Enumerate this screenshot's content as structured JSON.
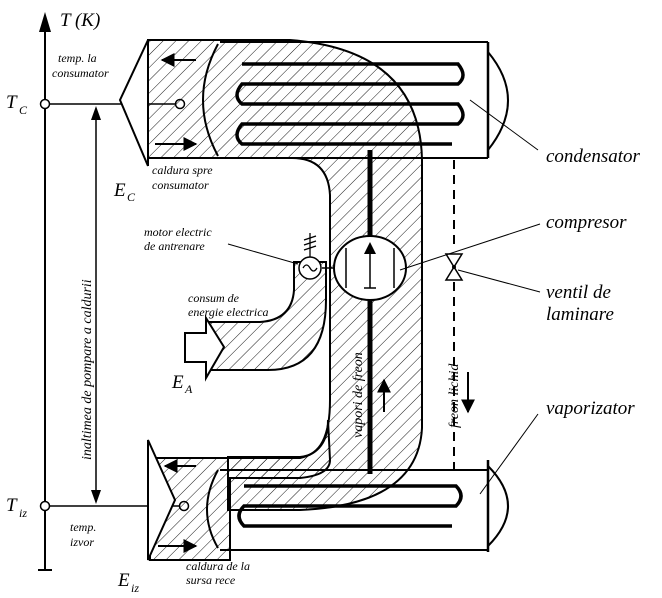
{
  "axis": {
    "title": "T (K)",
    "tc": "T",
    "tc_sub": "C",
    "tiz": "T",
    "tiz_sub": "iz",
    "pump_height": "inaltimea de pompare a caldurii"
  },
  "labels": {
    "temp_consumer_1": "temp. la",
    "temp_consumer_2": "consumator",
    "heat_to_consumer_1": "caldura spre",
    "heat_to_consumer_2": "consumator",
    "ec": "E",
    "ec_sub": "C",
    "motor_1": "motor electric",
    "motor_2": "de antrenare",
    "energy_1": "consum de",
    "energy_2": "energie electrica",
    "ea": "E",
    "ea_sub": "A",
    "vapors": "vapori de freon",
    "liquid": "freon lichid",
    "temp_source_1": "temp.",
    "temp_source_2": "izvor",
    "heat_from_source_1": "caldura de la",
    "heat_from_source_2": "sursa rece",
    "eiz": "E",
    "eiz_sub": "iz"
  },
  "components": {
    "condenser": "condensator",
    "compressor": "compresor",
    "valve_1": "ventil de",
    "valve_2": "laminare",
    "evaporator": "vaporizator"
  }
}
